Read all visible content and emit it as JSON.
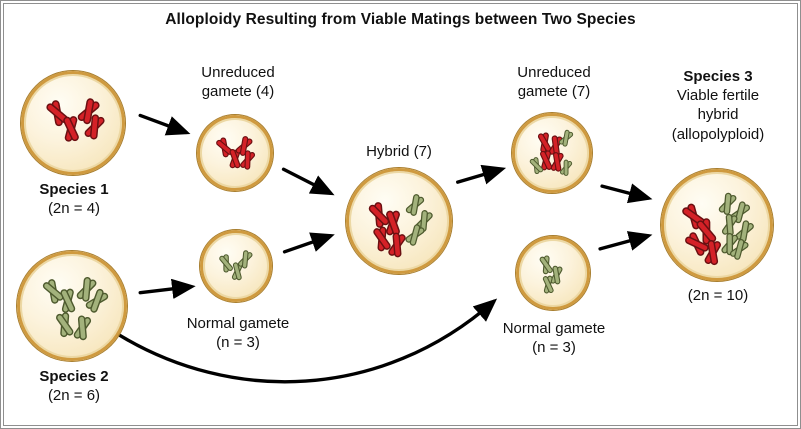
{
  "title": "Alloploidy Resulting from Viable Matings between Two Species",
  "labels": {
    "species1_name": "Species 1",
    "species1_ploidy": "(2n = 4)",
    "species2_name": "Species 2",
    "species2_ploidy": "(2n = 6)",
    "unreduced_gamete_4_line1": "Unreduced",
    "unreduced_gamete_4_line2": "gamete (4)",
    "normal_gamete_left_line1": "Normal gamete",
    "normal_gamete_left_line2": "(n = 3)",
    "hybrid": "Hybrid (7)",
    "unreduced_gamete_7_line1": "Unreduced",
    "unreduced_gamete_7_line2": "gamete (7)",
    "normal_gamete_right_line1": "Normal gamete",
    "normal_gamete_right_line2": "(n = 3)",
    "species3_name": "Species 3",
    "species3_desc_line1": "Viable fertile",
    "species3_desc_line2": "hybrid",
    "species3_desc_line3": "(allopolyploid)",
    "species3_ploidy": "(2n = 10)"
  },
  "cells": [
    {
      "name": "species-1-cell",
      "red_chromosomes": 4,
      "green_chromosomes": 0
    },
    {
      "name": "unreduced-gamete-4-cell",
      "red_chromosomes": 4,
      "green_chromosomes": 0
    },
    {
      "name": "species-2-cell",
      "red_chromosomes": 0,
      "green_chromosomes": 6
    },
    {
      "name": "normal-gamete-left-cell",
      "red_chromosomes": 0,
      "green_chromosomes": 3
    },
    {
      "name": "hybrid-cell",
      "red_chromosomes": 4,
      "green_chromosomes": 3
    },
    {
      "name": "unreduced-gamete-7-cell",
      "red_chromosomes": 4,
      "green_chromosomes": 3
    },
    {
      "name": "normal-gamete-right-cell",
      "red_chromosomes": 0,
      "green_chromosomes": 3
    },
    {
      "name": "species-3-cell",
      "red_chromosomes": 4,
      "green_chromosomes": 6
    }
  ],
  "colors": {
    "background": "#ffffff",
    "frame_border": "#8f8f8f",
    "cell_fill": "#fcf3dd",
    "cell_border": "#cf9a3f",
    "cell_border_outer": "#a87e2e",
    "cell_inner_ring": "#ecd8a4",
    "red_chromosome": "#d42127",
    "red_chromosome_outline": "#6b1012",
    "green_chromosome": "#a3b27c",
    "green_chromosome_outline": "#4e5a2e",
    "arrow": "#000000"
  }
}
